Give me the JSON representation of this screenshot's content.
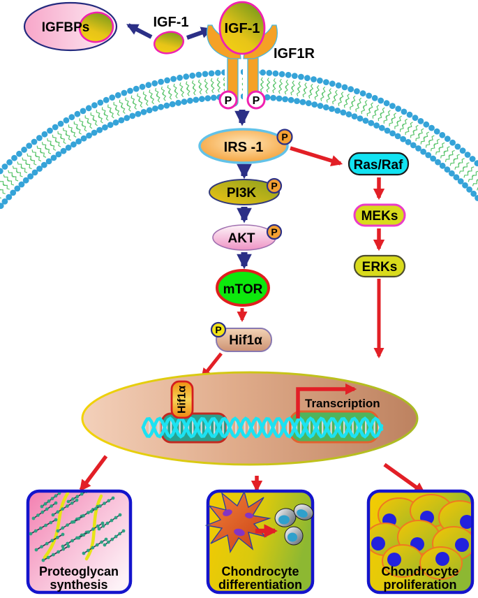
{
  "extracellular": {
    "igfbps_label": "IGFBPs",
    "free_igf1_label": "IGF-1",
    "bound_igf1_label": "IGF-1",
    "receptor_label": "IGF1R",
    "phospho_label": "P"
  },
  "pi3k_cascade": {
    "irs1_label": "IRS -1",
    "pi3k_label": "PI3K",
    "akt_label": "AKT",
    "mtor_label": "mTOR",
    "hif1a_label": "Hif1α",
    "phospho_label": "P"
  },
  "mapk_cascade": {
    "rasraf_label": "Ras/Raf",
    "meks_label": "MEKs",
    "erks_label": "ERKs"
  },
  "nucleus": {
    "hif1a_tag_label": "Hif1α",
    "transcription_label": "Transcription"
  },
  "outcomes": [
    {
      "line1": "Proteoglycan",
      "line2": "synthesis"
    },
    {
      "line1": "Chondrocyte",
      "line2": "differentiation"
    },
    {
      "line1": "Chondrocyte",
      "line2": "proliferation"
    }
  ],
  "colors": {
    "arrow_navy": "#2b2f86",
    "arrow_red": "#e21f26",
    "membrane_head_blue": "#35a3d8",
    "membrane_tail_green": "#57c46a",
    "igf1_outline_magenta": "#f020b0",
    "receptor_orange": "#f5a125",
    "irs1_orange": "#f29222",
    "rasraf_cyan": "#12e3f2",
    "mek_erk_yellow": "#d9db1c",
    "mtor_green": "#0de80d",
    "nucleus_tan": "#d9a07c",
    "dna_cyan": "#1ce2f2",
    "box_border_blue": "#1414cc"
  }
}
